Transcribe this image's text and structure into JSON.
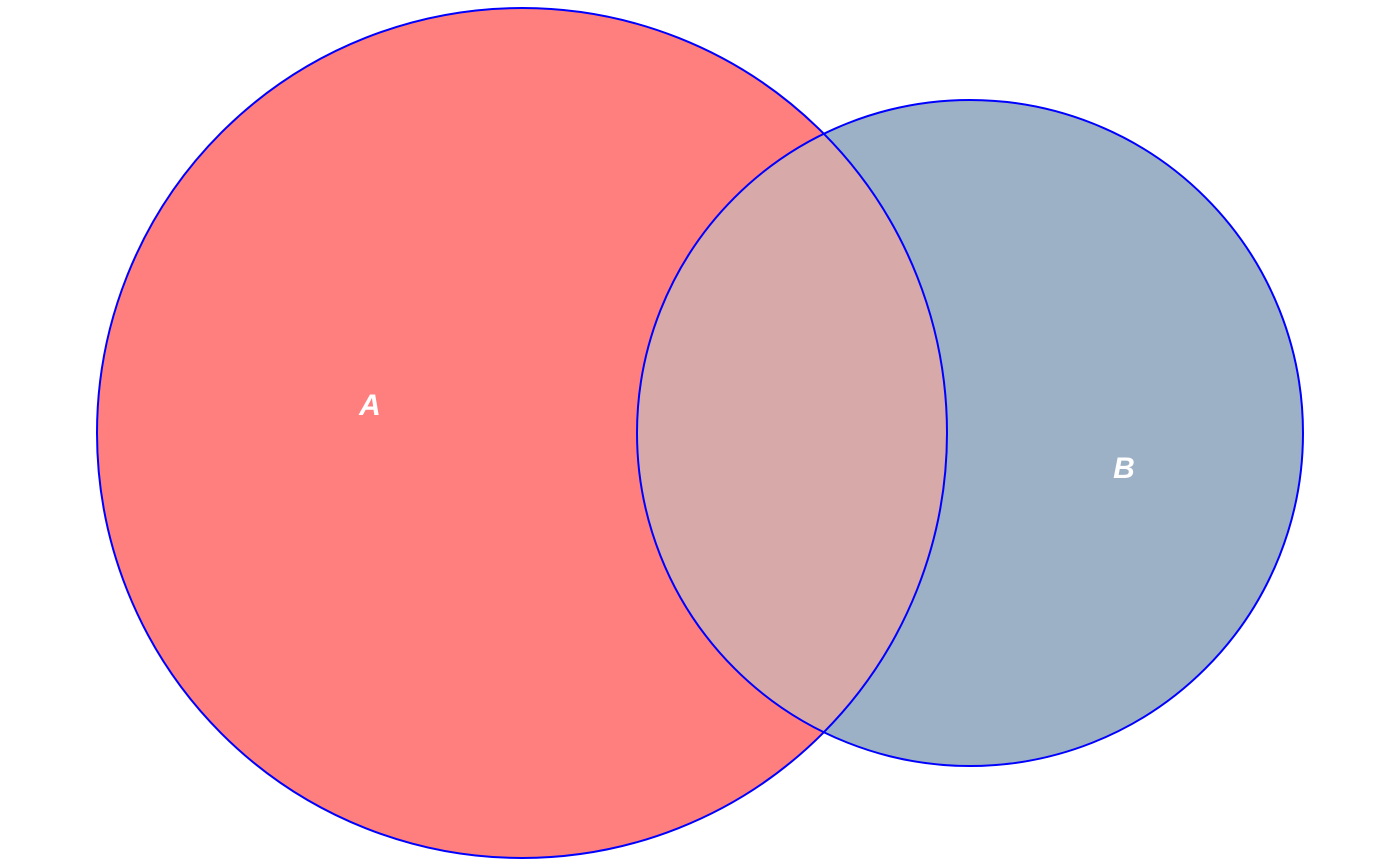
{
  "sets": [
    {
      "id": "A",
      "label": "A",
      "color": "#ff7f7f"
    },
    {
      "id": "B",
      "label": "B",
      "color": "#9cb0c6"
    }
  ],
  "intersection": {
    "sets": [
      "A",
      "B"
    ],
    "color": "#d8a9a9"
  },
  "outline_color": "#0000ff",
  "background": "#ffffff"
}
